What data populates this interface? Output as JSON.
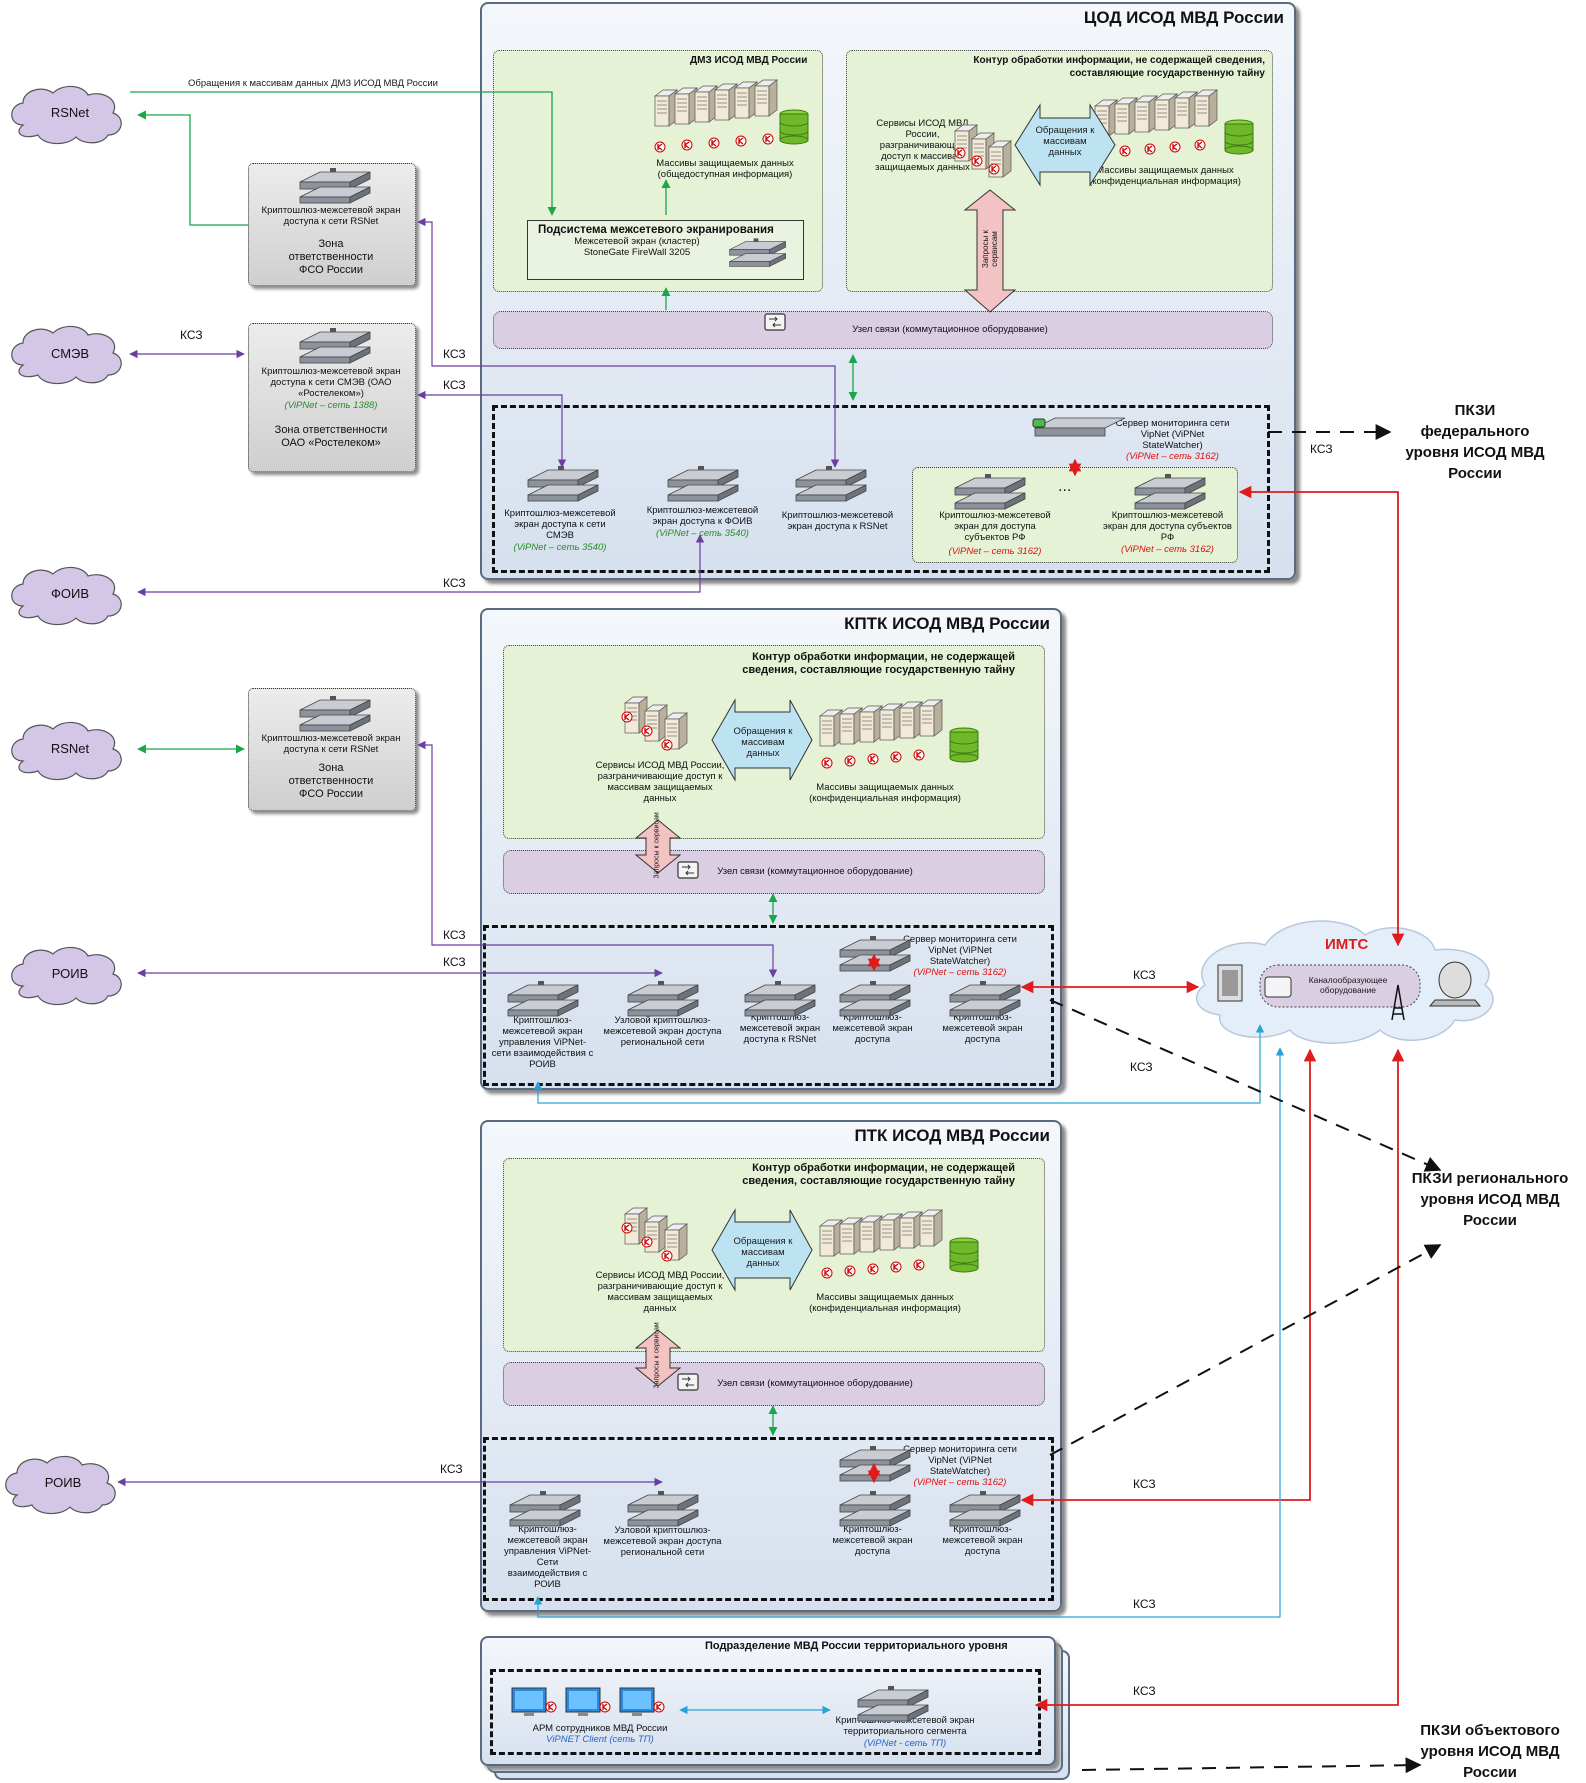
{
  "cod": {
    "title": "ЦОД ИСОД МВД России",
    "dmz_title": "ДМЗ ИСОД МВД России",
    "dmz_arrays": "Массивы защищаемых данных (общедоступная информация)",
    "fw_subsystem_title": "Подсистема межсетевого экранирования",
    "fw_subsystem_desc": "Межсетевой экран (кластер) StoneGate FireWall 3205",
    "contour_title": "Контур обработки информации, не содержащей сведения, составляющие государственную тайну",
    "services": "Сервисы ИСОД МВД России, разграничивающие доступ к массивам защищаемых данных",
    "access_arrow": "Обращения к массивам данных",
    "conf_arrays": "Массивы защищаемых данных (конфиденциальная информация)",
    "requests": "Запросы к сервисам",
    "node": "Узел связи (коммутационное оборудование)",
    "monitor": "Сервер мониторинга сети VipNet (ViPNet StateWatcher)",
    "monitor_net": "(ViPNet – сеть 3162)",
    "gw_smev": "Криптошлюз-межсетевой экран доступа к сети СМЭВ",
    "gw_smev_net": "(ViPNet – сеть 3540)",
    "gw_foiv": "Криптошлюз-межсетевой экран доступа к ФОИВ",
    "gw_foiv_net": "(ViPNet – сеть 3540)",
    "gw_rsnet": "Криптошлюз-межсетевой экран доступа к RSNet",
    "gw_subj1": "Криптошлюз-межсетевой экран для доступа субъектов РФ",
    "gw_subj1_net": "(ViPNet – сеть 3162)",
    "gw_subj2": "Криптошлюз-межсетевой экран для доступа субъектов РФ",
    "gw_subj2_net": "(ViPNet – сеть 3162)",
    "ellipsis": "..."
  },
  "rsnet_request": "Обращения к массивам данных ДМЗ ИСОД МВД России",
  "clouds": {
    "rsnet1": "RSNet",
    "smev": "СМЭВ",
    "foiv": "ФОИВ",
    "rsnet2": "RSNet",
    "roiv1": "РОИВ",
    "roiv2": "РОИВ"
  },
  "zones": {
    "fso1_gw": "Криптошлюз-межсетевой экран доступа к сети RSNet",
    "fso1_zone": "Зона ответственности ФСО России",
    "rtk_gw": "Криптошлюз-межсетевой экран доступа к сети СМЭВ (ОАО «Ростелеком»)",
    "rtk_net": "(ViPNet – сеть 1388)",
    "rtk_zone": "Зона ответственности ОАО «Ростелеком»",
    "fso2_gw": "Криптошлюз-межсетевой экран доступа к сети RSNet",
    "fso2_zone": "Зона ответственности ФСО России"
  },
  "kptk": {
    "title": "КПТК ИСОД МВД России",
    "contour_title": "Контур обработки информации, не содержащей сведения, составляющие государственную тайну",
    "access_arrow": "Обращения к массивам данных",
    "services": "Сервисы ИСОД МВД России, разграничивающие доступ к массивам защищаемых данных",
    "conf_arrays": "Массивы защищаемых данных (конфиденциальная информация)",
    "requests": "Запросы к сервисам",
    "node": "Узел связи (коммутационное оборудование)",
    "monitor": "Сервер мониторинга сети VipNet (ViPNet StateWatcher)",
    "monitor_net": "(ViPNet – сеть 3162)",
    "gw_mgmt": "Криптошлюз-межсетевой экран управления ViPNet-сети взаимодействия с РОИВ",
    "gw_node": "Узловой криптошлюз-межсетевой экран доступа региональной сети",
    "gw_rsnet": "Криптошлюз-межсетевой экран доступа к RSNet",
    "gw_access1": "Криптошлюз-межсетевой экран доступа",
    "gw_access2": "Криптошлюз-межсетевой экран доступа"
  },
  "ptk": {
    "title": "ПТК ИСОД МВД России",
    "contour_title": "Контур обработки информации, не содержащей сведения, составляющие государственную тайну",
    "access_arrow": "Обращения к массивам данных",
    "services": "Сервисы ИСОД МВД России, разграничивающие доступ к массивам защищаемых данных",
    "conf_arrays": "Массивы защищаемых данных (конфиденциальная информация)",
    "requests": "Запросы к сервисам",
    "node": "Узел связи (коммутационное оборудование)",
    "monitor": "Сервер мониторинга сети VipNet (ViPNet StateWatcher)",
    "monitor_net": "(ViPNet – сеть 3162)",
    "gw_mgmt": "Криптошлюз-межсетевой экран управления ViPNet-Сети взаимодействия с РОИВ",
    "gw_node": "Узловой криптошлюз-межсетевой экран доступа региональной сети",
    "gw_access1": "Криптошлюз-межсетевой экран доступа",
    "gw_access2": "Криптошлюз-межсетевой экран доступа"
  },
  "territorial": {
    "title": "Подразделение МВД России территориального уровня",
    "arm": "АРМ сотрудников МВД России",
    "arm_net": "ViPNET Client (сеть ТП)",
    "gw": "Криптошлюз-межсетевой экран территориального сегмента",
    "gw_net": "(ViPNet - сеть ТП)"
  },
  "imts": {
    "title": "ИМТС",
    "equipment": "Каналообразующее оборудование"
  },
  "pkzi": {
    "federal": "ПКЗИ федерального уровня ИСОД МВД России",
    "regional": "ПКЗИ регионального уровня ИСОД МВД России",
    "object": "ПКЗИ объектового уровня ИСОД МВД России"
  },
  "ksz": "КСЗ",
  "colors": {
    "green": "#1aa64a",
    "purple": "#6b3fa0",
    "red": "#e01b1b",
    "cyan": "#29a3d6"
  }
}
